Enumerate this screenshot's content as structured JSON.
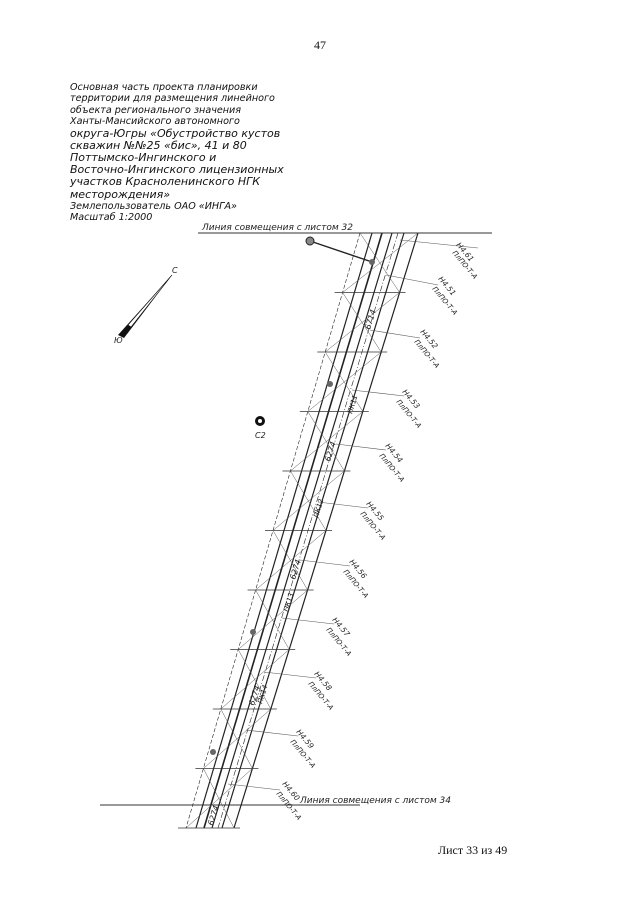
{
  "page_number": "47",
  "title_block": {
    "lines": [
      "Основная часть проекта планировки",
      "территории для размещения линейного",
      "объекта регионального значения",
      "Ханты-Мансийского автономного",
      "округа-Югры «Обустройство кустов",
      "скважин №№25 «бис», 41 и 80",
      "Поттымско-Ингинского и",
      "Восточно-Ингинского лицензионных",
      "участков Красноленинского НГК",
      "месторождения»",
      "Землепользователь ОАО «ИНГА»",
      "Масштаб 1:2000"
    ]
  },
  "match_line_top": "Линия совмещения с листом 32",
  "match_line_bottom": "Линия совмещения с листом 34",
  "north_arrow": {
    "north_letter": "С",
    "south_letter": "Ю"
  },
  "station_marker": "C2",
  "corridor_labels": [
    "6714",
    "6274",
    "6274",
    "6274",
    "6274"
  ],
  "picket_labels": [
    "ПК11",
    "ПК12",
    "ПК13",
    "ПК14"
  ],
  "point_labels": [
    {
      "code": "Н4.51",
      "type": "ПлПО-Т-А"
    },
    {
      "code": "Н4.52",
      "type": "ПлПО-Т-А"
    },
    {
      "code": "Н4.53",
      "type": "ПлПО-Т-А"
    },
    {
      "code": "Н4.54",
      "type": "ПлПО-Т-А"
    },
    {
      "code": "Н4.55",
      "type": "ПлПО-Т-А"
    },
    {
      "code": "Н4.56",
      "type": "ПлПО-Т-А"
    },
    {
      "code": "Н4.57",
      "type": "ПлПО-Т-А"
    },
    {
      "code": "Н4.58",
      "type": "ПлПО-Т-А"
    },
    {
      "code": "Н4.59",
      "type": "ПлПО-Т-А"
    },
    {
      "code": "Н4.60",
      "type": "ПлПО-Т-А"
    },
    {
      "code": "Н4.61",
      "type": "ПлПО-Т-А"
    }
  ],
  "sheet_label": "Лист 33 из 49"
}
